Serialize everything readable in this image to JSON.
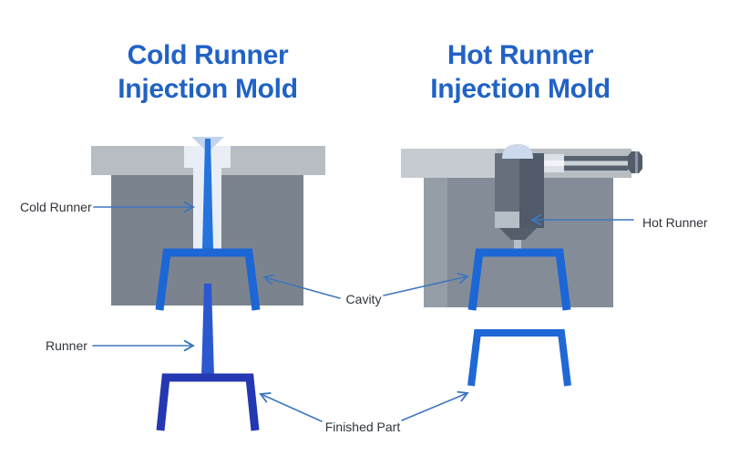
{
  "diagram": {
    "left": {
      "title_line1": "Cold Runner",
      "title_line2": "Injection Mold",
      "labels": {
        "cold_runner": "Cold Runner",
        "runner": "Runner"
      }
    },
    "right": {
      "title_line1": "Hot Runner",
      "title_line2": "Injection Mold",
      "labels": {
        "hot_runner": "Hot Runner"
      }
    },
    "shared_labels": {
      "cavity": "Cavity",
      "finished_part": "Finished Part"
    }
  },
  "colors": {
    "title_blue": "#2162c5",
    "label_text": "#2f343a",
    "arrow_blue": "#3e76bd",
    "cavity_blue": "#1c66d6",
    "sprue_blue": "#2573dc",
    "runner_blue": "#2b57cf",
    "finished_part_navy": "#2438b2",
    "finished_part_blue": "#1f68d6",
    "mold_block_gray": "#7b848e",
    "mold_block_gray_right": "#848d97",
    "top_plate_gray": "#b8bdc4",
    "manifold_gray": "#66707d",
    "manifold_dark": "#505a68",
    "channel_white": "#e9eef6",
    "dome_light_blue": "#ccd8ec"
  }
}
